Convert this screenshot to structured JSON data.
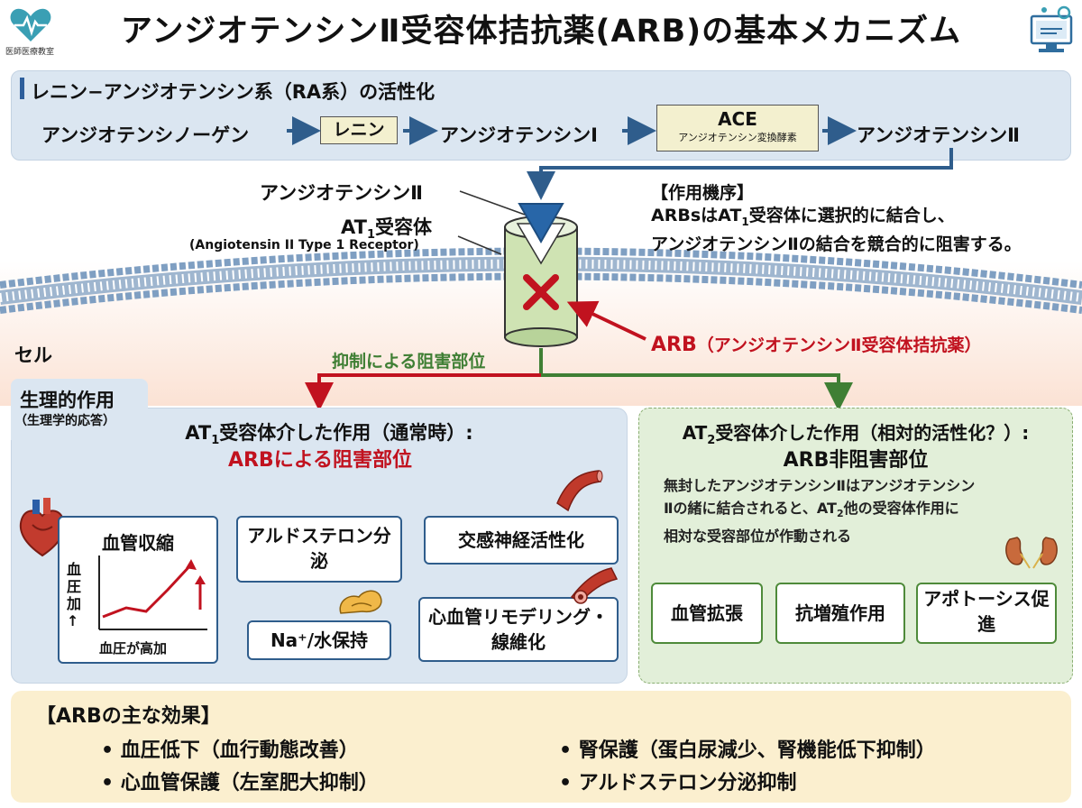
{
  "header": {
    "title": "アンジオテンシンⅡ受容体拮抗薬(ARB)の基本メカニズム",
    "logo_text": "医師医療教室"
  },
  "ra_system": {
    "title": "レニン−アンジオテンシン系（RA系）の活性化",
    "step1": "アンジオテンシノーゲン",
    "enzyme1": "レニン",
    "step2": "アンジオテンシンⅠ",
    "enzyme2_main": "ACE",
    "enzyme2_sub": "アンジオテンシン変換酵素",
    "step3": "アンジオテンシンⅡ"
  },
  "receptor": {
    "ligand_label": "アンジオテンシンⅡ",
    "receptor_label_main": "AT",
    "receptor_label_sub": "1",
    "receptor_label_rest": "受容体",
    "receptor_label_en": "(Angiotensin II Type 1 Receptor)",
    "cell_label": "セル"
  },
  "mechanism": {
    "heading": "【作用機序】",
    "line1_a": "ARBsはAT",
    "line1_sub": "1",
    "line1_b": "受容体に選択的に結合し、",
    "line2": "アンジオテンシンⅡの結合を競合的に阻害する。"
  },
  "arb": {
    "label": "ARB",
    "label_paren": "（アンジオテンシンⅡ受容体拮抗薬）",
    "inhibit_label": "抑制による阻害部位"
  },
  "physio": {
    "tag_main": "生理的作用",
    "tag_sub": "（生理学的応答）"
  },
  "at1": {
    "heading_a": "AT",
    "heading_sub": "1",
    "heading_b": "受容体介した作用（通常時）:",
    "heading_red": "ARBによる阻害部位",
    "box_vaso": "血管収縮",
    "chart_ylabel": "血圧加↑",
    "chart_xlabel": "血圧が高加",
    "box_aldo": "アルドステロン分泌",
    "box_na": "Na⁺/水保持",
    "box_symp": "交感神経活性化",
    "box_remodel": "心血管リモデリング・線維化"
  },
  "at2": {
    "heading_a": "AT",
    "heading_sub": "2",
    "heading_b": "受容体介した作用（相対的活性化？）:",
    "heading_2": "ARB非阻害部位",
    "desc1": "無封したアンジオテンシンⅡはアンジオテンシン",
    "desc2_a": "Ⅱの緒に結合されると、AT",
    "desc2_sub": "2",
    "desc2_b": "他の受容体作用に",
    "desc3": "相対な受容部位が作動される",
    "box_dilation": "血管拡張",
    "box_antiprolif": "抗増殖作用",
    "box_apoptosis": "アポトーシス促進"
  },
  "effects": {
    "heading": "【ARBの主な効果】",
    "items": [
      "血圧低下（血行動態改善）",
      "心血管保護（左室肥大抑制）",
      "腎保護（蛋白尿減少、腎機能低下抑制）",
      "アルドステロン分泌抑制"
    ]
  },
  "colors": {
    "blue_arrow": "#2f5d8c",
    "green_arrow": "#3f7f34",
    "red": "#c1121f",
    "panel_blue": "#dbe6f1",
    "panel_green": "#e2efd9",
    "panel_yellow": "#fbefcf"
  }
}
